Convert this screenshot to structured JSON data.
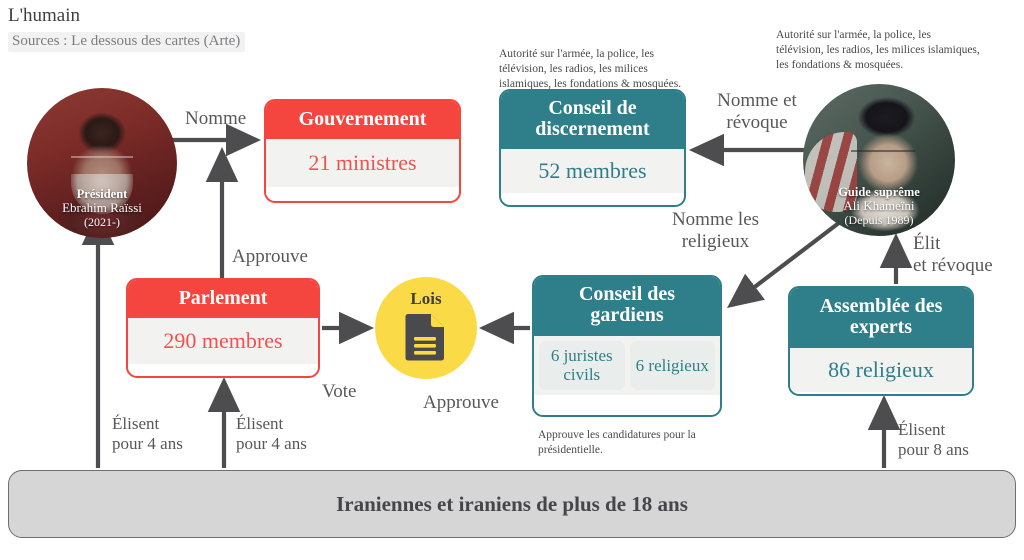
{
  "header": {
    "title": "L'humain",
    "sources": "Sources : Le dessous des cartes (Arte)"
  },
  "nodes": {
    "president": {
      "role": "Président",
      "name": "Ebrahim Raïssi",
      "term": "(2021-)"
    },
    "guide": {
      "role": "Guide suprême",
      "name": "Ali Khameïni",
      "term": "(Depuis 1989)",
      "note": "Autorité sur l'armée, la police, les télévision, les radios, les milices islamiques, les fondations & mosquées."
    },
    "gouvernement": {
      "title": "Gouvernement",
      "value": "21 ministres"
    },
    "parlement": {
      "title": "Parlement",
      "value": "290 membres"
    },
    "discernement": {
      "title": "Conseil de discernement",
      "value": "52 membres",
      "note": "Autorité sur l'armée, la police, les télévision, les radios, les milices islamiques, les fondations & mosquées."
    },
    "gardiens": {
      "title": "Conseil des gardiens",
      "sub_left": "6 juristes civils",
      "sub_right": "6 religieux",
      "note": "Approuve les candidatures pour la présidentielle."
    },
    "experts": {
      "title": "Assemblée des experts",
      "value": "86 religieux"
    },
    "lois": {
      "label": "Lois",
      "icon": "document-icon"
    },
    "citizens": {
      "label": "Iraniennes et iraniens de plus de 18 ans"
    }
  },
  "edges": {
    "nomme": "Nomme",
    "approuve_gov": "Approuve",
    "nomme_revoque": "Nomme et\nrévoque",
    "nomme_religieux": "Nomme les\nreligieux",
    "elit_revoque": "Élit\net révoque",
    "vote": "Vote",
    "approuve_lois": "Approuve",
    "elisent_4a_gauche": "Élisent\npour 4 ans",
    "elisent_4a_droite": "Élisent\npour 4 ans",
    "elisent_8a": "Élisent\npour 8 ans"
  },
  "colors": {
    "red": "#f4453f",
    "teal": "#2e7f89",
    "yellow": "#fada46",
    "gray_bar": "#d6d6d6",
    "arrow": "#4d4d50"
  }
}
